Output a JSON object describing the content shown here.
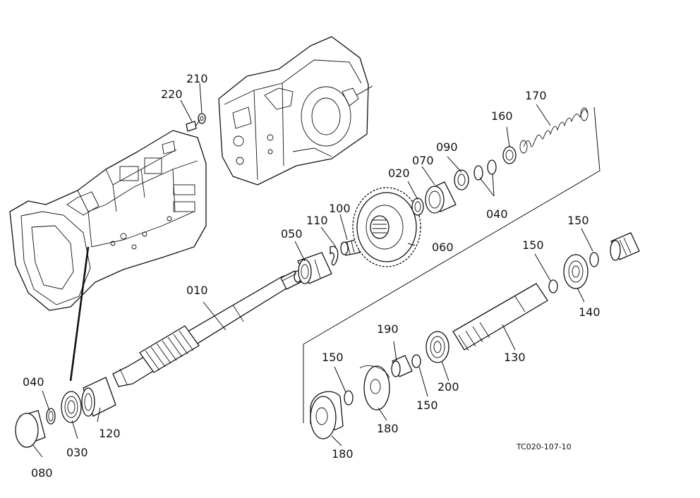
{
  "diagram": {
    "drawing_code": "TC020-107-10",
    "callouts": {
      "p010": "010",
      "p020": "020",
      "p030": "030",
      "p040_top": "040",
      "p040_left": "040",
      "p050": "050",
      "p060": "060",
      "p070": "070",
      "p080": "080",
      "p090": "090",
      "p100": "100",
      "p110": "110",
      "p120": "120",
      "p130": "130",
      "p140": "140",
      "p150_a": "150",
      "p150_b": "150",
      "p150_c": "150",
      "p150_d": "150",
      "p160": "160",
      "p170": "170",
      "p180_a": "180",
      "p180_b": "180",
      "p190": "190",
      "p200": "200",
      "p210": "210",
      "p220": "220"
    }
  }
}
